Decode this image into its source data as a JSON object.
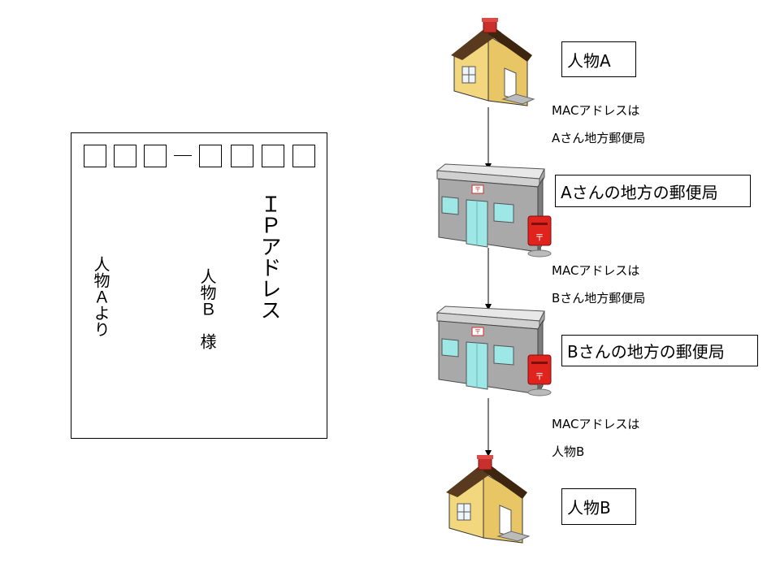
{
  "postcard": {
    "ip_address_label": "ＩＰアドレス",
    "recipient_label": "人物Ｂ　様",
    "sender_label": "人物Ａより"
  },
  "flow": {
    "person_a_label": "人物A",
    "post_office_a_label": "Aさんの地方の郵便局",
    "post_office_b_label": "Bさんの地方の郵便局",
    "person_b_label": "人物B"
  },
  "mac_notes": [
    {
      "line1": "MACアドレスは",
      "line2": "Aさん地方郵便局"
    },
    {
      "line1": "MACアドレスは",
      "line2": "Bさん地方郵便局"
    },
    {
      "line1": "MACアドレスは",
      "line2": "人物B"
    }
  ],
  "icons": {
    "house": "house-icon",
    "post_office": "post-office-icon",
    "mailbox": "mailbox-icon"
  }
}
